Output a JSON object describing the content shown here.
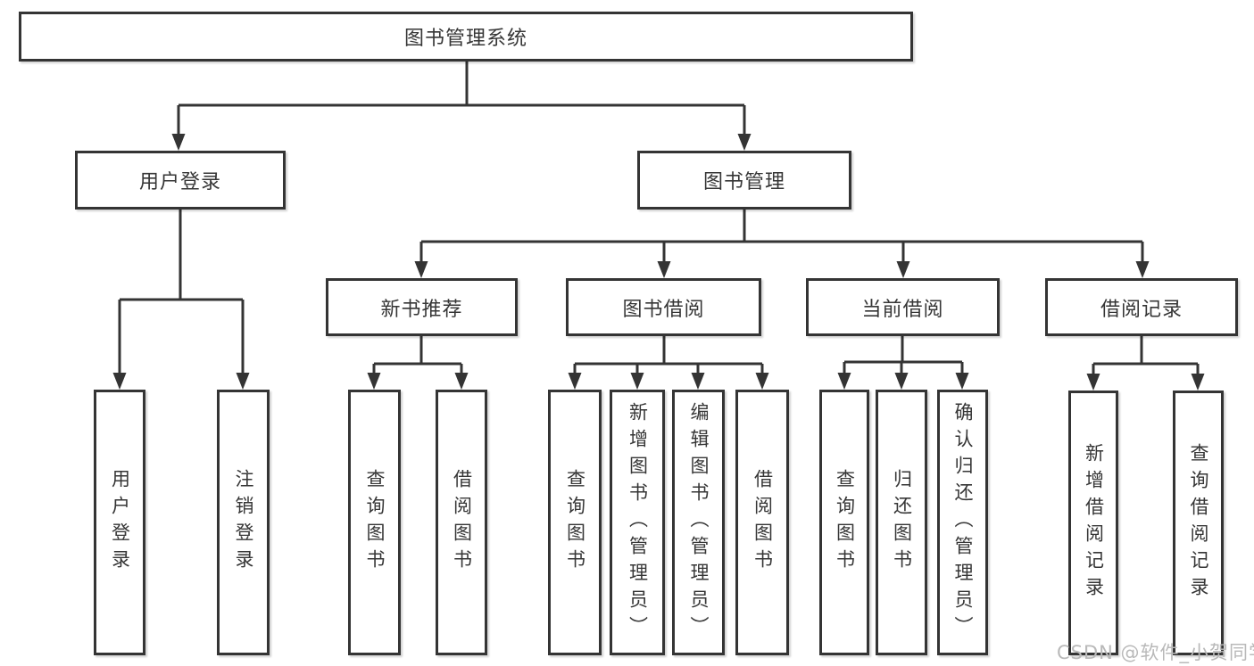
{
  "nodes": {
    "root": {
      "label": "图书管理系统"
    },
    "level2": [
      {
        "label": "用户登录"
      },
      {
        "label": "图书管理"
      }
    ],
    "level3": [
      {
        "label": "新书推荐"
      },
      {
        "label": "图书借阅"
      },
      {
        "label": "当前借阅"
      },
      {
        "label": "借阅记录"
      }
    ],
    "level4": {
      "userLogin": [
        {
          "label": "用户登录"
        },
        {
          "label": "注销登录"
        }
      ],
      "newBooks": [
        {
          "label": "查询图书"
        },
        {
          "label": "借阅图书"
        }
      ],
      "bookBorrow": [
        {
          "label": "查询图书"
        },
        {
          "label": "新增图书（管理员）"
        },
        {
          "label": "编辑图书（管理员）"
        },
        {
          "label": "借阅图书"
        }
      ],
      "currentBorrow": [
        {
          "label": "查询图书"
        },
        {
          "label": "归还图书"
        },
        {
          "label": "确认归还（管理员）"
        }
      ],
      "borrowRecords": [
        {
          "label": "新增借阅记录"
        },
        {
          "label": "查询借阅记录"
        }
      ]
    }
  },
  "watermark": {
    "text": "CSDN @软件_小贺同学",
    "color": "#b9b9b9"
  },
  "colors": {
    "line": "#343434",
    "border": "#343434",
    "text": "#363636",
    "box_fill": "#ffffff",
    "background": "#ffffff",
    "watermark": "#b9b9b9"
  }
}
